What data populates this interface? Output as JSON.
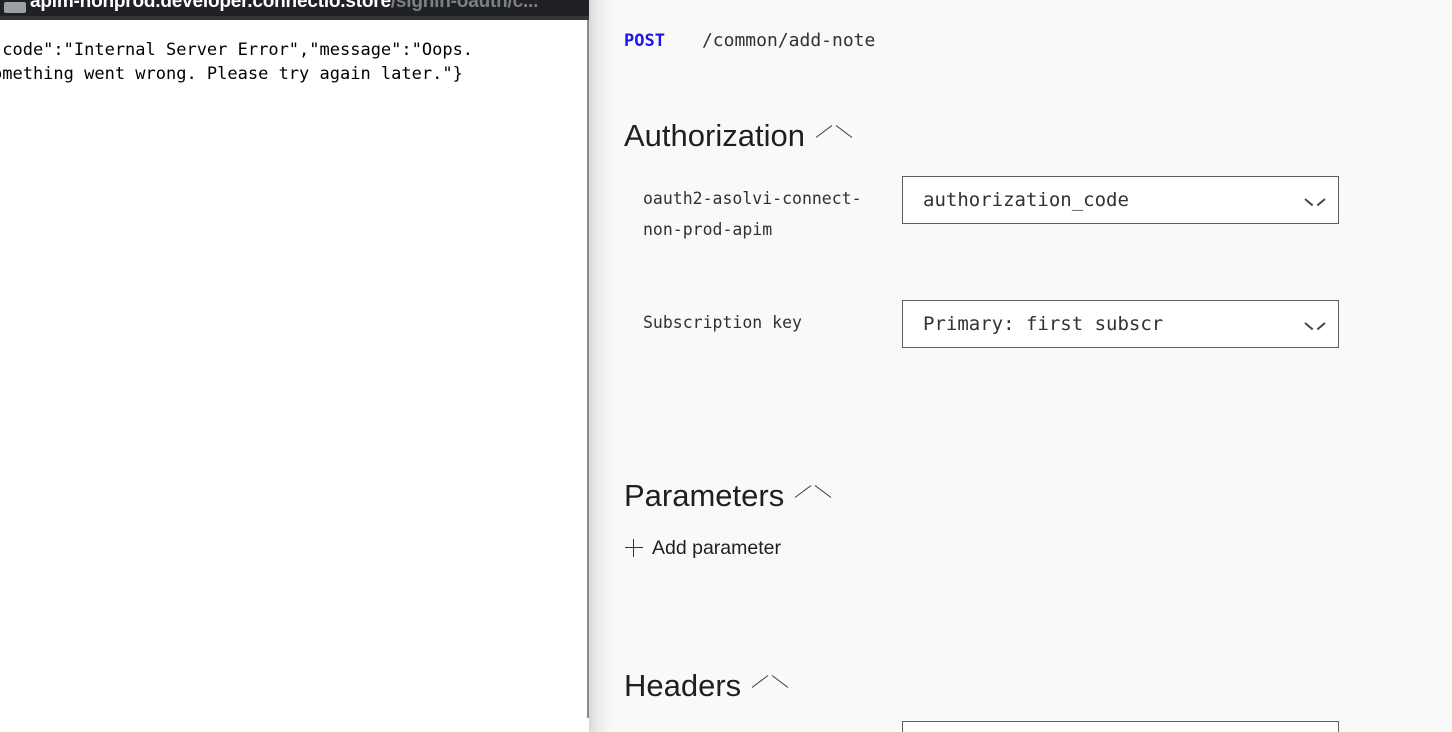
{
  "browser": {
    "tab_favicon": "favicon-placeholder-icon",
    "url_host": "apim-nonprod.developer.connectio.store",
    "url_path": "/signin-oauth/c...",
    "response_lines": [
      "\"code\":\"Internal Server Error\",\"message\":\"Oops.",
      "omething went wrong. Please try again later.\"}"
    ]
  },
  "panel": {
    "operation": {
      "method": "POST",
      "path": "/common/add-note"
    },
    "sections": {
      "authorization": {
        "title": "Authorization",
        "collapse_icon": "chevron-up-icon",
        "fields": [
          {
            "label": "oauth2-asolvi-connect-non-prod-apim",
            "value": "authorization_code",
            "dropdown_icon": "chevron-down-icon"
          },
          {
            "label": "Subscription key",
            "value": "Primary: first subscr",
            "dropdown_icon": "chevron-down-icon"
          }
        ]
      },
      "parameters": {
        "title": "Parameters",
        "collapse_icon": "chevron-up-icon",
        "add_label": "Add parameter",
        "add_icon": "plus-icon"
      },
      "headers": {
        "title": "Headers",
        "collapse_icon": "chevron-up-icon"
      }
    }
  },
  "colors": {
    "method_accent": "#1f14e8",
    "panel_background": "#f9f9f9",
    "titlebar": "#202124",
    "border": "#5f5e5c"
  }
}
